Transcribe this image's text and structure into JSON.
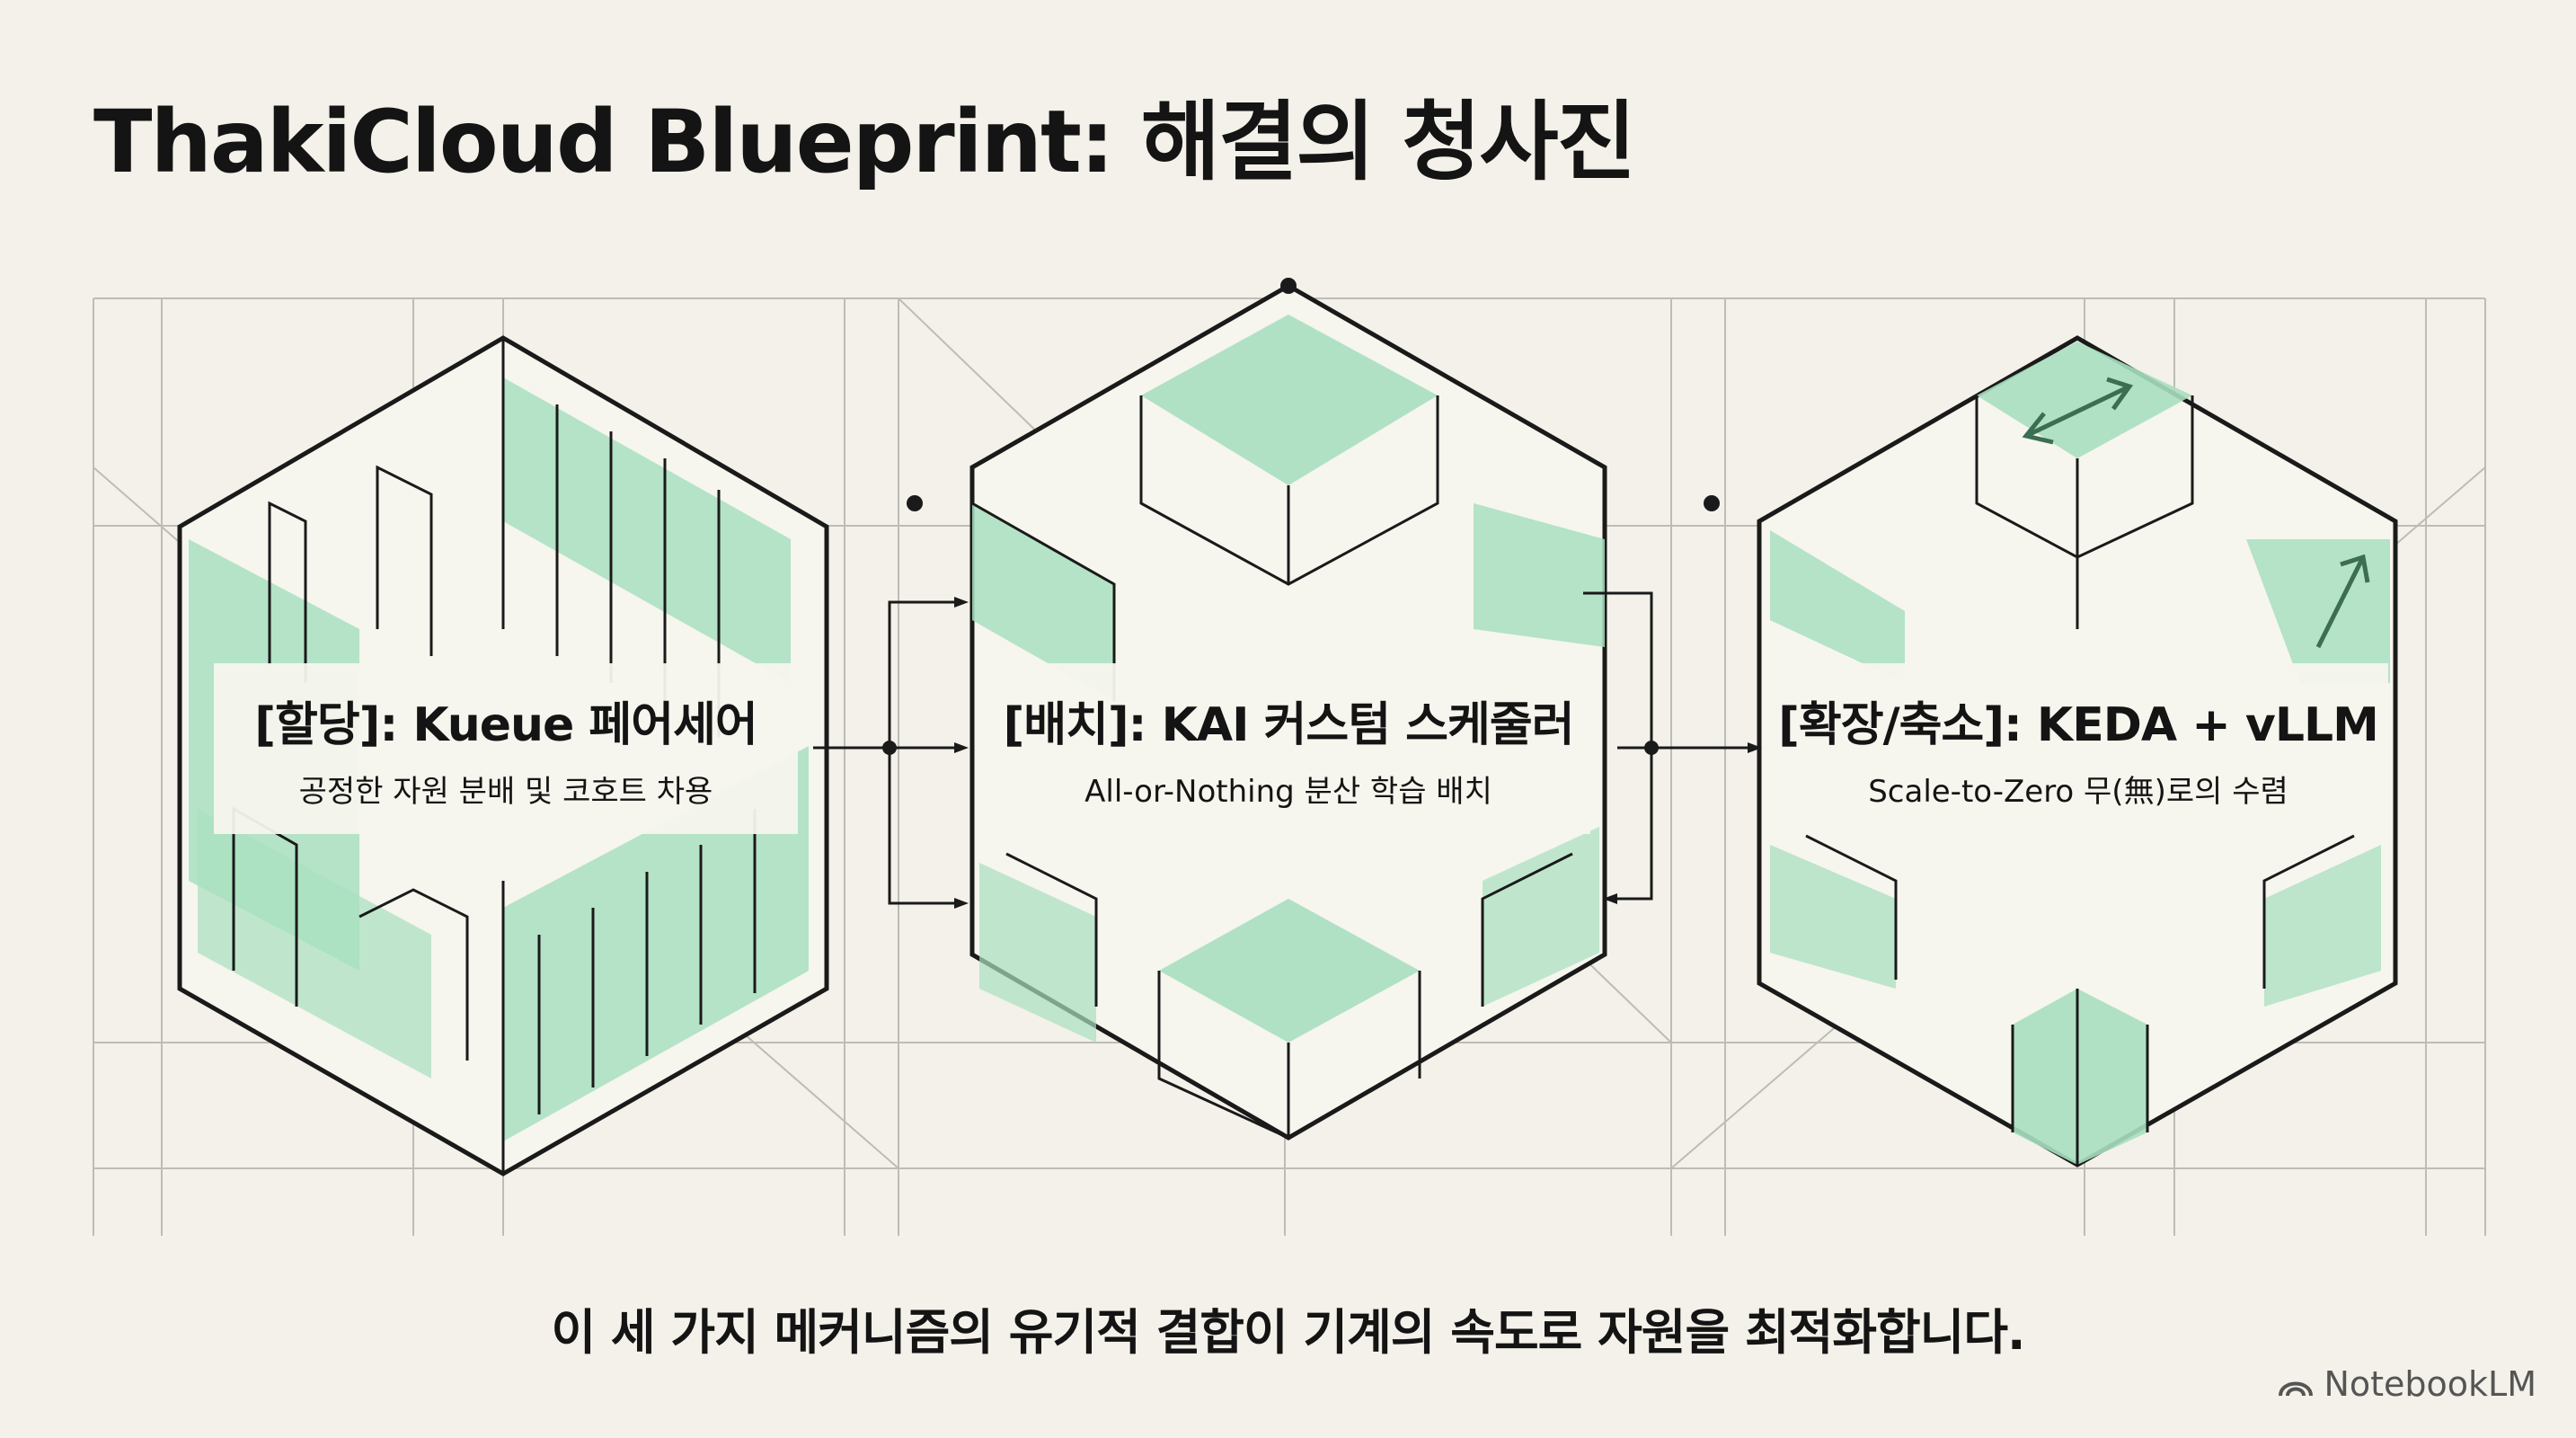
{
  "title": "ThakiCloud Blueprint: 해결의 청사진",
  "colors": {
    "background": "#f3f1e9",
    "accent_green": "#a8dfbf",
    "ink": "#141414"
  },
  "stages": [
    {
      "heading": "[할당]: Kueue 페어세어",
      "subtitle": "공정한 자원 분배 및 코호트 차용"
    },
    {
      "heading": "[배치]: KAI 커스텀 스케줄러",
      "subtitle": "All-or-Nothing 분산 학습 배치"
    },
    {
      "heading": "[확장/축소]: KEDA + vLLM",
      "subtitle": "Scale-to-Zero 무(無)로의 수렴"
    }
  ],
  "conclusion": "이 세 가지 메커니즘의 유기적 결합이 기계의 속도로 자원을 최적화합니다.",
  "brand": {
    "icon": "notebooklm-logo-icon",
    "name": "NotebookLM"
  }
}
